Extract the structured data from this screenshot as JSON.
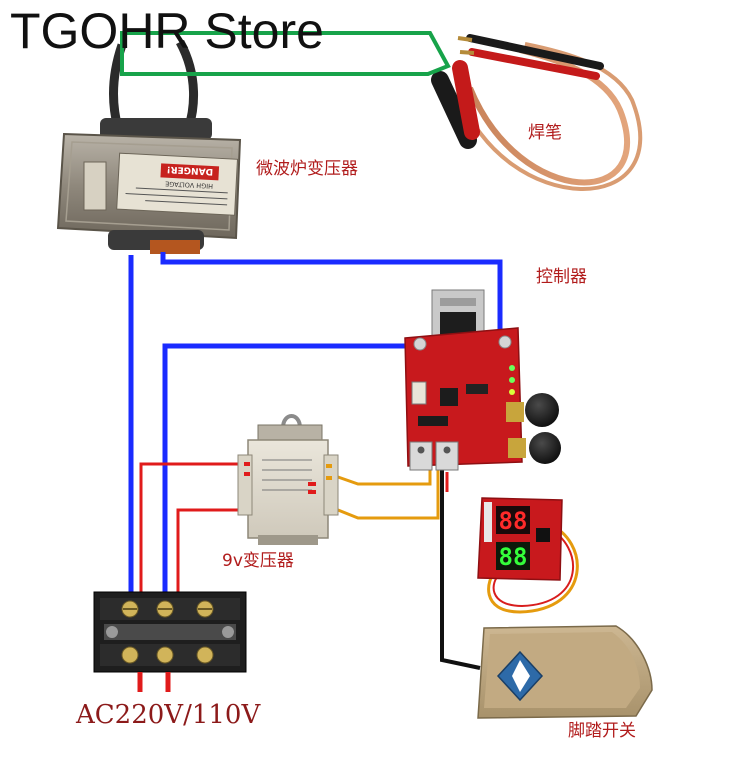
{
  "watermark": "TGOHR Store",
  "labels": {
    "pen": "焊笔",
    "microwave_transformer": "微波炉变压器",
    "controller": "控制器",
    "transformer_9v": "9v变压器",
    "foot_switch": "脚踏开关",
    "mains": "AC220V/110V"
  },
  "markings": {
    "danger_plate": "DANGER!",
    "high_voltage": "HIGH VOLTAGE",
    "display_top": "88",
    "display_bottom": "88"
  },
  "colors": {
    "wire_blue": "#1a2bff",
    "wire_green": "#17a34a",
    "wire_red": "#e01b1b",
    "wire_orange": "#e59b0e",
    "wire_black": "#111111",
    "board_red": "#c8191d",
    "label_red": "#b11c1c"
  }
}
